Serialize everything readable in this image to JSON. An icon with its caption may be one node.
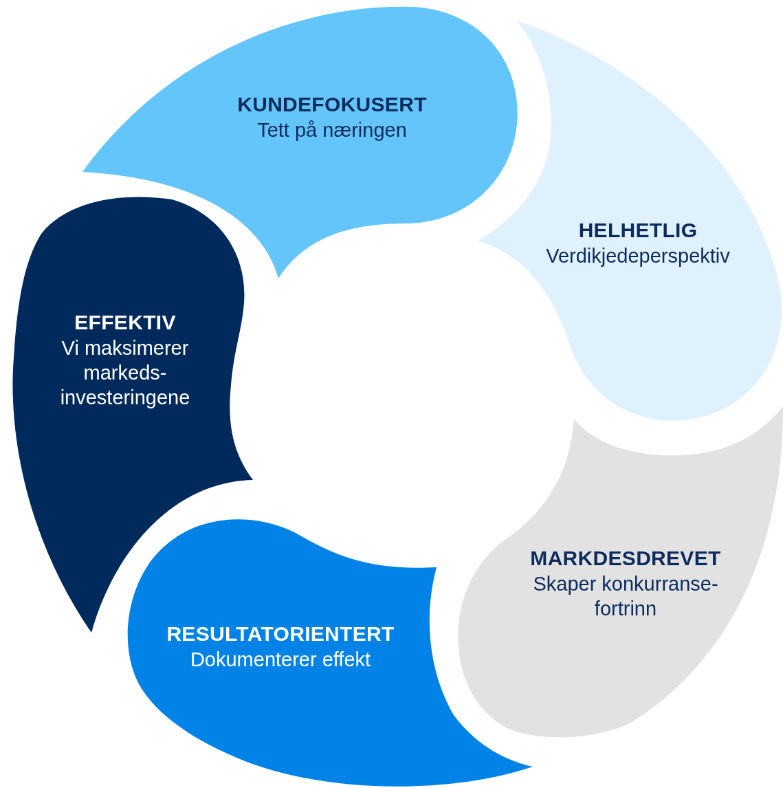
{
  "diagram": {
    "nodes": [
      {
        "text": [
          "KUNDEFOKUSERT",
          "Tett på næringen"
        ]
      },
      {
        "text": [
          "HELHETLIG",
          "Verdikjedeperspektiv"
        ]
      },
      {
        "text": [
          "EFFEKTIV",
          "Vi maksimerer markeds- investeringene"
        ]
      },
      {
        "text": [
          "MARKDESDREVET",
          "Skaper konkurranse- fortrinn"
        ]
      },
      {
        "text": [
          "RESULTATORIENTERT",
          "Dokumenterer effekt"
        ]
      }
    ],
    "edges": []
  }
}
